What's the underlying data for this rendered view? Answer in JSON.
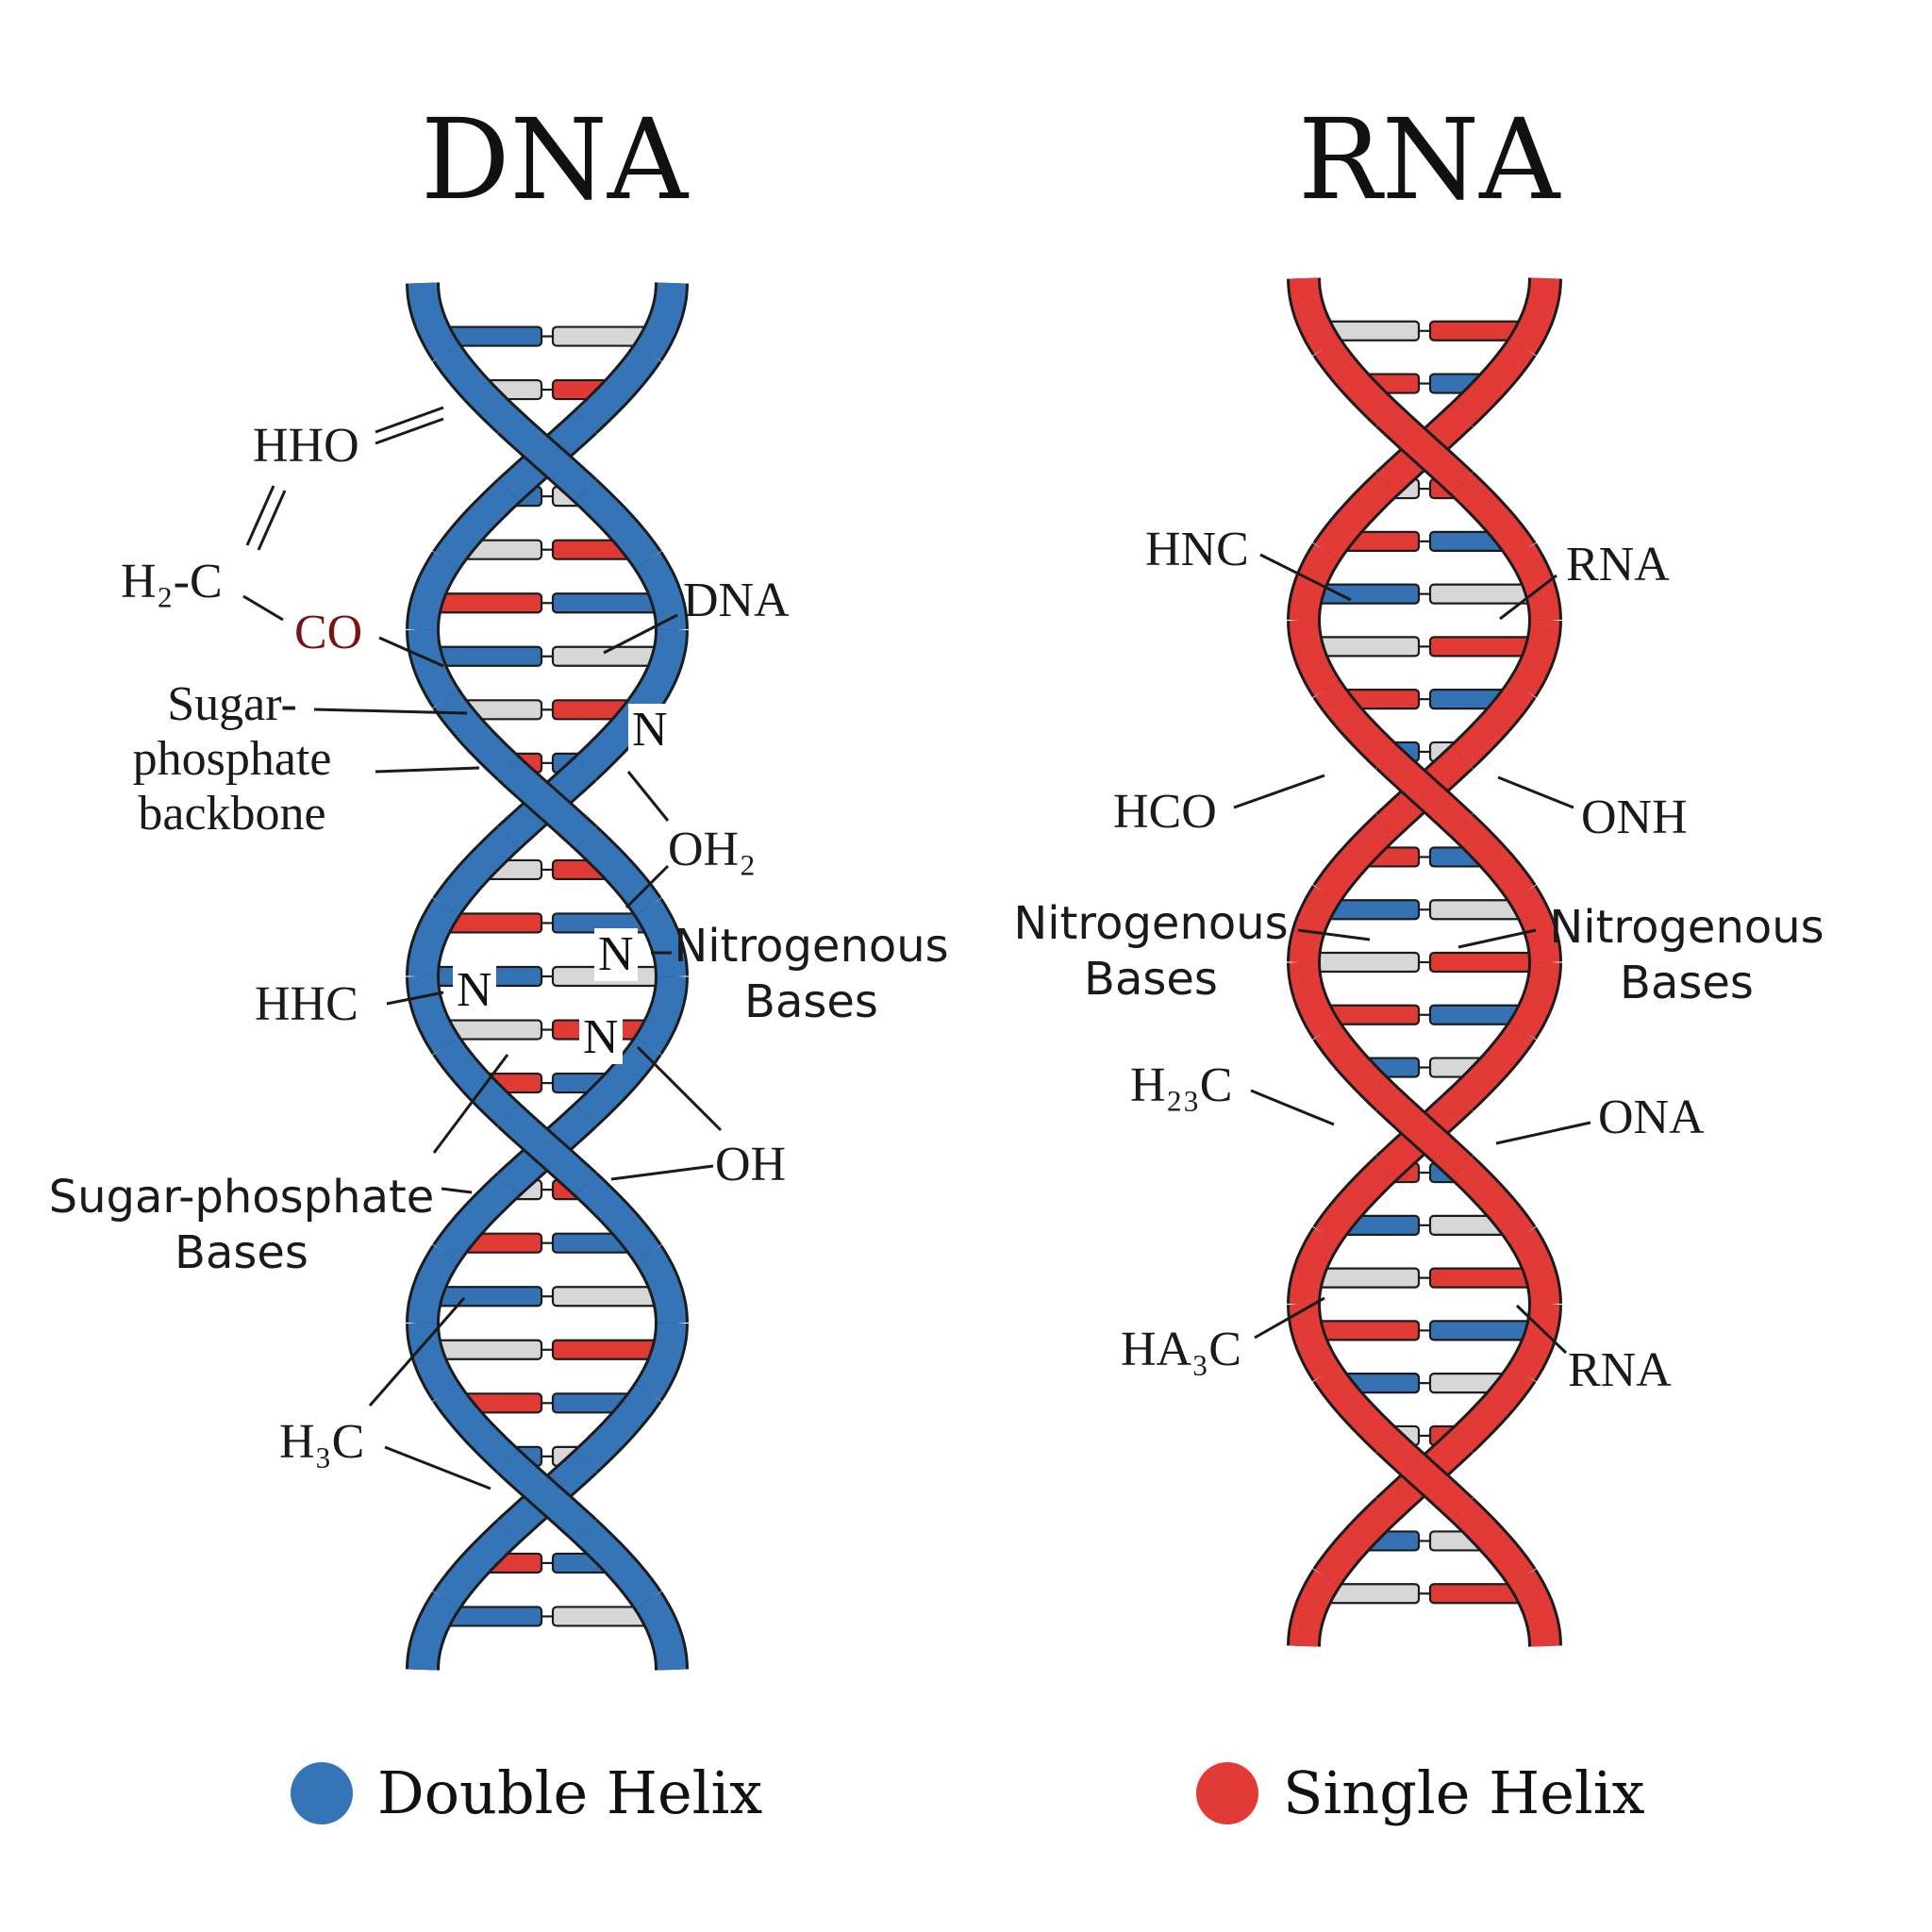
{
  "titles": {
    "dna": "DNA",
    "rna": "RNA"
  },
  "colors": {
    "dna_strand": "#3574b6",
    "rna_strand": "#e23a36",
    "base_red": "#e03a35",
    "base_blue": "#3572b3",
    "base_gray": "#d7d7d7",
    "outline": "#1c1c1c"
  },
  "dna_labels": {
    "hho": "HHO",
    "h2c": "H₂-C",
    "co": "CO",
    "dna": "DNA",
    "sugar_backbone": "Sugar-\nphosphate\nbackbone",
    "n1": "N",
    "oh2": "OH₂",
    "n2": "N",
    "nitrogenous_bases": "Nitrogenous\nBases",
    "n3": "N",
    "hhc": "HHC",
    "n4": "N",
    "oh": "OH",
    "sugar_bases": "Sugar-phosphate\nBases",
    "h3c": "H₃C"
  },
  "rna_labels": {
    "hnc": "HNC",
    "rna_top": "RNA",
    "hco": "HCO",
    "onh": "ONH",
    "nitro_left": "Nitrogenous\nBases",
    "nitro_right": "Nitrogenous\nBases",
    "h23c": "H₂₃C",
    "ona": "ONA",
    "ha3c": "HA₃C",
    "rna_bottom": "RNA"
  },
  "legend": {
    "dna": "Double Helix",
    "rna": "Single Helix"
  }
}
